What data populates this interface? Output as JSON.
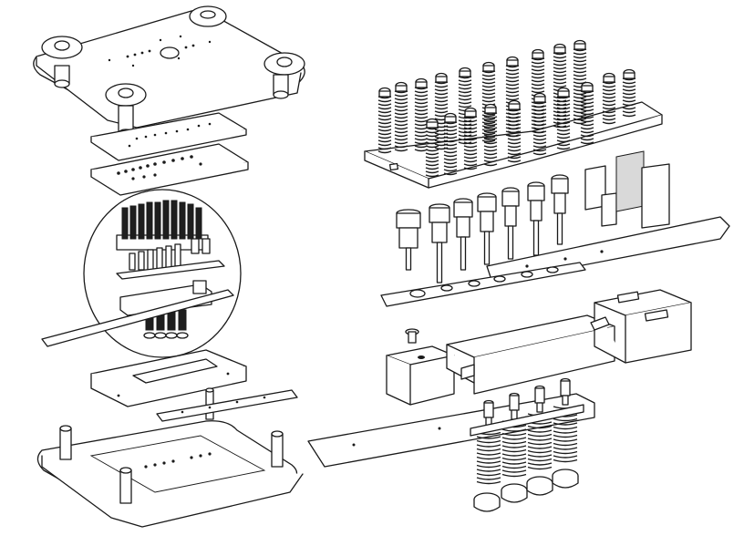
{
  "figure": {
    "left_assembly": {
      "parts": [
        "top-die-plate",
        "punch-holder-plate",
        "stripper-plate",
        "detail-circle",
        "feed-strip",
        "die-block",
        "lower-strip",
        "base-plate"
      ]
    },
    "right_assembly": {
      "parts": [
        "spring-stack-block",
        "punch-row",
        "guide-blocks",
        "upper-strip",
        "perforated-strip",
        "pilot-pin",
        "die-blocks",
        "lower-long-strip",
        "stripper-bolts",
        "lower-springs",
        "spring-caps"
      ]
    }
  }
}
